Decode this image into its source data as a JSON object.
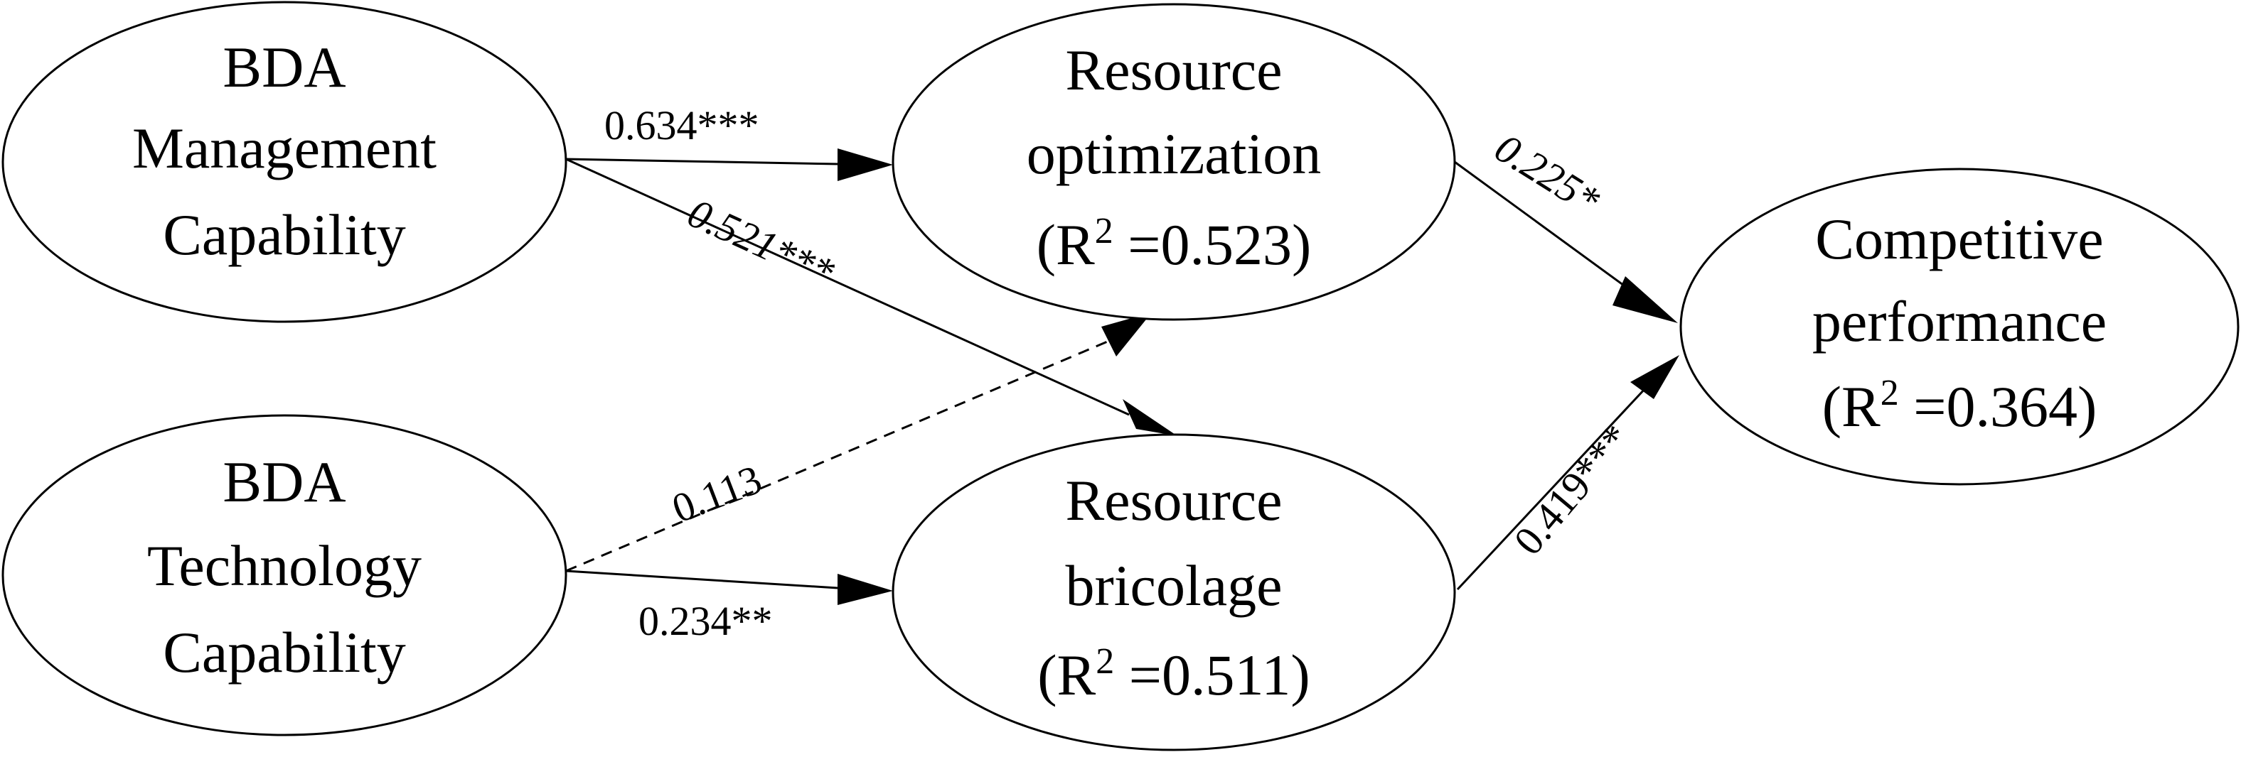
{
  "nodes": {
    "mgmt": {
      "lines": [
        "BDA",
        "Management",
        "Capability"
      ]
    },
    "tech": {
      "lines": [
        "BDA",
        "Technology",
        "Capability"
      ]
    },
    "opt": {
      "lines": [
        "Resource",
        "optimization"
      ],
      "r2": {
        "open": "(R",
        "sup": "2",
        "value": " =0.523)"
      }
    },
    "bric": {
      "lines": [
        "Resource",
        "bricolage"
      ],
      "r2": {
        "open": "(R",
        "sup": "2",
        "value": " =0.511)"
      }
    },
    "perf": {
      "lines": [
        "Competitive",
        "performance"
      ],
      "r2": {
        "open": "(R",
        "sup": "2",
        "value": " =0.364)"
      }
    }
  },
  "paths": {
    "mgmt_opt": {
      "from": "BDA Management Capability",
      "to": "Resource optimization",
      "label": "0.634***",
      "coefficient": 0.634,
      "style": "solid"
    },
    "mgmt_bric": {
      "from": "BDA Management Capability",
      "to": "Resource bricolage",
      "label": "0.521***",
      "coefficient": 0.521,
      "style": "solid"
    },
    "tech_opt": {
      "from": "BDA Technology Capability",
      "to": "Resource optimization",
      "label": "0.113",
      "coefficient": 0.113,
      "style": "dashed"
    },
    "tech_bric": {
      "from": "BDA Technology Capability",
      "to": "Resource bricolage",
      "label": "0.234**",
      "coefficient": 0.234,
      "style": "solid"
    },
    "opt_perf": {
      "from": "Resource optimization",
      "to": "Competitive performance",
      "label": "0.225*",
      "coefficient": 0.225,
      "style": "solid"
    },
    "bric_perf": {
      "from": "Resource bricolage",
      "to": "Competitive performance",
      "label": "0.419***",
      "coefficient": 0.419,
      "style": "solid"
    }
  }
}
